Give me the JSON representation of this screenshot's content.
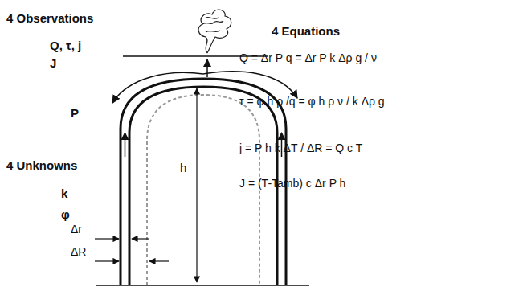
{
  "diagram": {
    "labels": [
      "4 Observations",
      "Q, τ, j",
      "J",
      "4 Equations",
      "Q = Δr P q = Δr P k Δρ g / ν",
      "τ = φ h ρ /q = φ h ρ ν / k Δρ g",
      "j = P h k ΔT / ΔR = Q c T",
      "J = (T-Tamb) c Δr P h",
      "P",
      "4 Unknowns",
      "k",
      "φ",
      "Δr",
      "ΔR",
      "h"
    ]
  }
}
